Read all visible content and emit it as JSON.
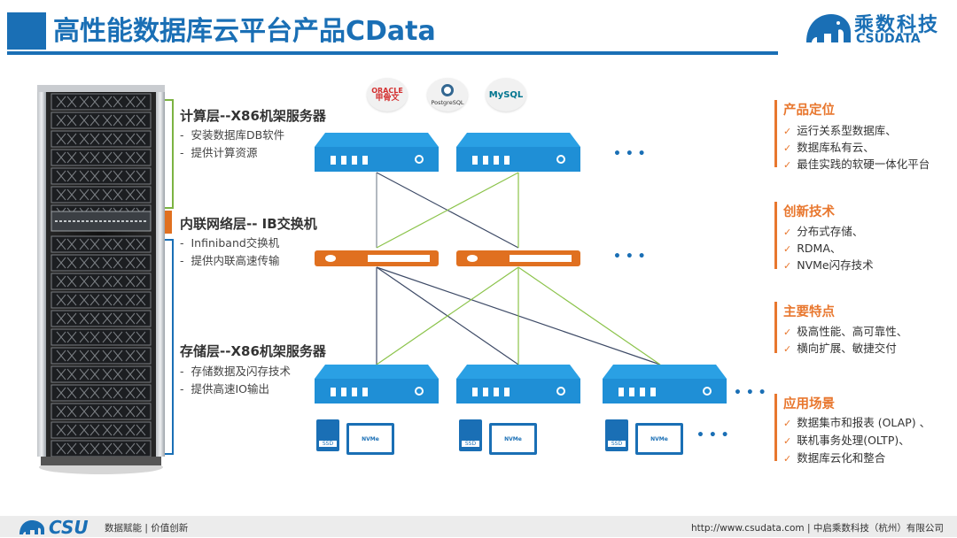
{
  "header": {
    "title": "高性能数据库云平台产品CData",
    "logo_cn": "乘数科技",
    "logo_en": "CSUDATA"
  },
  "db_logos": {
    "oracle": "ORACLE",
    "oracle_cn": "甲骨文",
    "postgresql": "PostgreSQL",
    "mysql": "MySQL"
  },
  "layers": {
    "compute": {
      "title": "计算层--X86机架服务器",
      "items": [
        "安装数据库DB软件",
        "提供计算资源"
      ]
    },
    "network": {
      "title": "内联网络层-- IB交换机",
      "items": [
        "Infiniband交换机",
        "提供内联高速传输"
      ]
    },
    "storage": {
      "title": "存储层--X86机架服务器",
      "items": [
        "存储数据及闪存技术",
        "提供高速IO输出"
      ]
    }
  },
  "features": [
    {
      "title": "产品定位",
      "items": [
        "运行关系型数据库、",
        "数据库私有云、",
        "最佳实践的软硬一体化平台"
      ]
    },
    {
      "title": "创新技术",
      "items": [
        "分布式存储、",
        "RDMA、",
        "NVMe闪存技术"
      ]
    },
    {
      "title": "主要特点",
      "items": [
        "极高性能、高可靠性、",
        "横向扩展、敏捷交付"
      ]
    },
    {
      "title": "应用场景",
      "items": [
        "数据集市和报表 (OLAP) 、",
        "联机事务处理(OLTP)、",
        "数据库云化和整合"
      ]
    }
  ],
  "diagram": {
    "ellipsis": "• • •",
    "ssd_label": "SSD",
    "nvme_label": "NVMe"
  },
  "footer": {
    "logo": "CSU",
    "slogan": "数据赋能 | 价值创新",
    "right": "http://www.csudata.com  |  中启乘数科技（杭州）有限公司"
  },
  "colors": {
    "brand_blue": "#1a6fb5",
    "accent_orange": "#e8772e",
    "server_blue": "#1f8fd6",
    "compute_green": "#7cb342",
    "network_orange": "#e07020",
    "storage_blue": "#1a6fb5"
  }
}
